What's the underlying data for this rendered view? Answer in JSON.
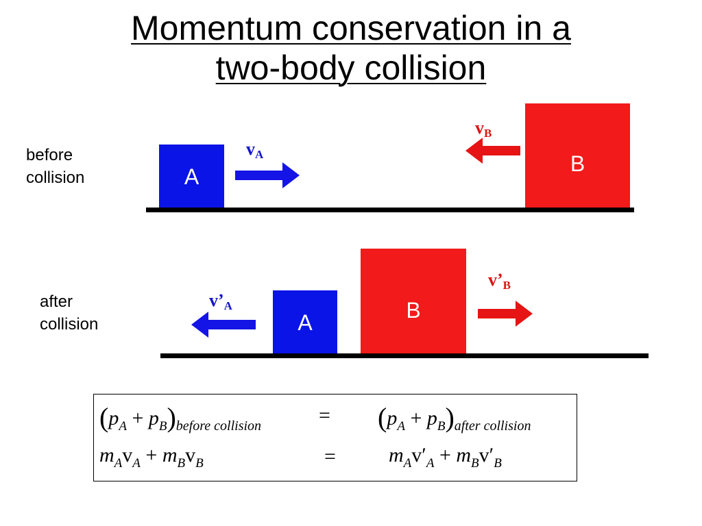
{
  "title": {
    "line1": "Momentum conservation in a",
    "line2": "two-body collision"
  },
  "before": {
    "label_line1": "before",
    "label_line2": "collision",
    "block_a": "A",
    "block_b": "B",
    "vel_a": {
      "base": "v",
      "sub": "A"
    },
    "vel_b": {
      "base": "v",
      "sub": "B"
    }
  },
  "after": {
    "label_line1": "after",
    "label_line2": "collision",
    "block_a": "A",
    "block_b": "B",
    "vel_a": {
      "base": "v’",
      "sub": "A"
    },
    "vel_b": {
      "base": "v’",
      "sub": "B"
    }
  },
  "colors": {
    "block_a": "#0a14e6",
    "block_b": "#f21a1a",
    "ground": "#000000"
  },
  "equations": {
    "row1": {
      "left": {
        "p": "p",
        "a": "A",
        "plus": "+",
        "p2": "p",
        "b": "B",
        "cond": "before collision"
      },
      "equals": "=",
      "right": {
        "p": "p",
        "a": "A",
        "plus": "+",
        "p2": "p",
        "b": "B",
        "cond": "after collision"
      }
    },
    "row2": {
      "left": {
        "m1": "m",
        "s1": "A",
        "v1": "v",
        "t1": "A",
        "plus": "+",
        "m2": "m",
        "s2": "B",
        "v2": "v",
        "t2": "B"
      },
      "equals": "=",
      "right": {
        "m1": "m",
        "s1": "A",
        "v1": "v′",
        "t1": "A",
        "plus": "+",
        "m2": "m",
        "s2": "B",
        "v2": "v′",
        "t2": "B"
      }
    }
  }
}
